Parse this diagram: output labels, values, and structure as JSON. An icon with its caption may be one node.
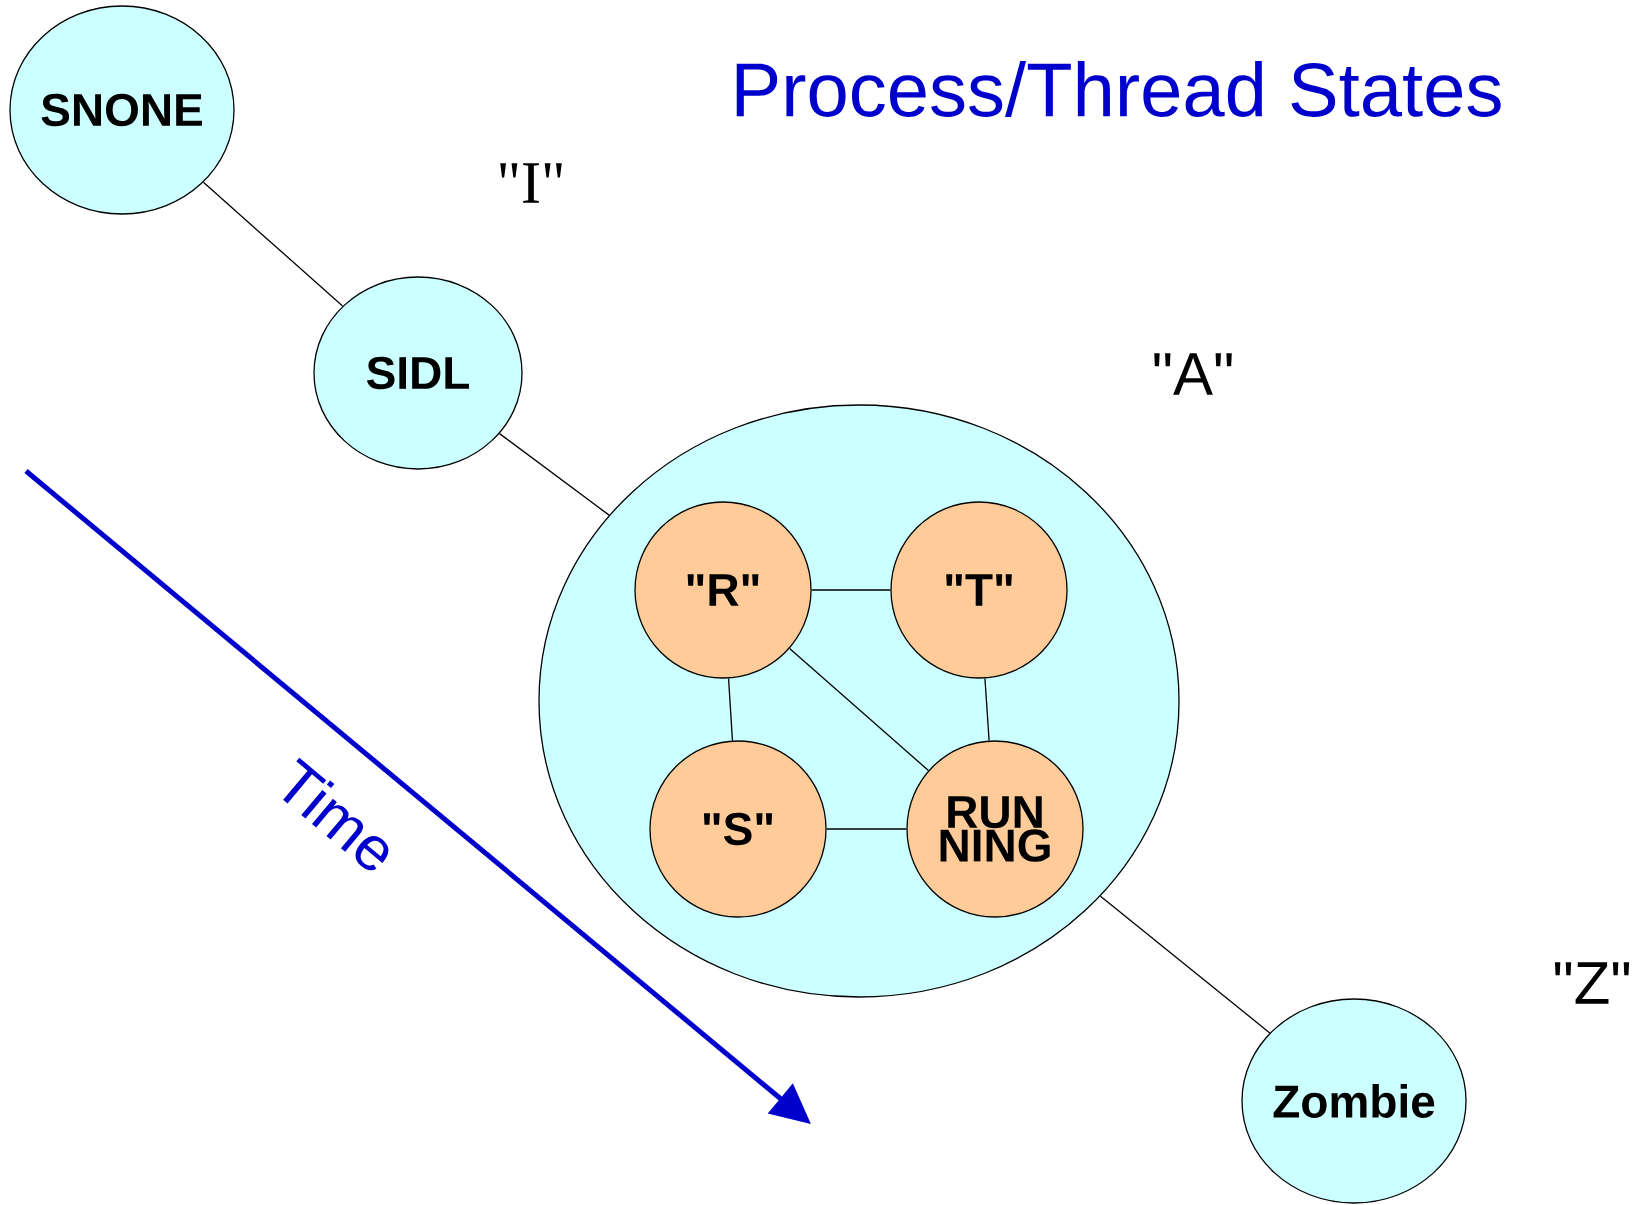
{
  "diagram": {
    "title": "Process/Thread States",
    "nodes": [
      {
        "text": [
          "SNONE"
        ]
      },
      {
        "text": [
          "SIDL"
        ]
      },
      {
        "text": [],
        "shape": "ellipse"
      },
      {
        "text": [
          "\"R\""
        ],
        "in": 2
      },
      {
        "text": [
          "\"T\""
        ],
        "in": 2
      },
      {
        "text": [
          "\"S\""
        ],
        "in": 2
      },
      {
        "text": [
          "RUN NING"
        ],
        "in": 2
      },
      {
        "text": [
          "Zombie"
        ]
      }
    ],
    "edges": [
      {
        "from": 0,
        "to": 1,
        "arrow": "none"
      },
      {
        "from": 1,
        "to": 2,
        "arrow": "none"
      },
      {
        "from": 3,
        "to": 4,
        "arrow": "none"
      },
      {
        "from": 3,
        "to": 5,
        "arrow": "none"
      },
      {
        "from": 3,
        "to": 6,
        "arrow": "none"
      },
      {
        "from": 4,
        "to": 6,
        "arrow": "none"
      },
      {
        "from": 5,
        "to": 6,
        "arrow": "none"
      },
      {
        "from": 2,
        "to": 7,
        "arrow": "none"
      }
    ],
    "labels": [
      "\"I\"",
      "\"A\"",
      "Time",
      "\"Z\""
    ]
  }
}
